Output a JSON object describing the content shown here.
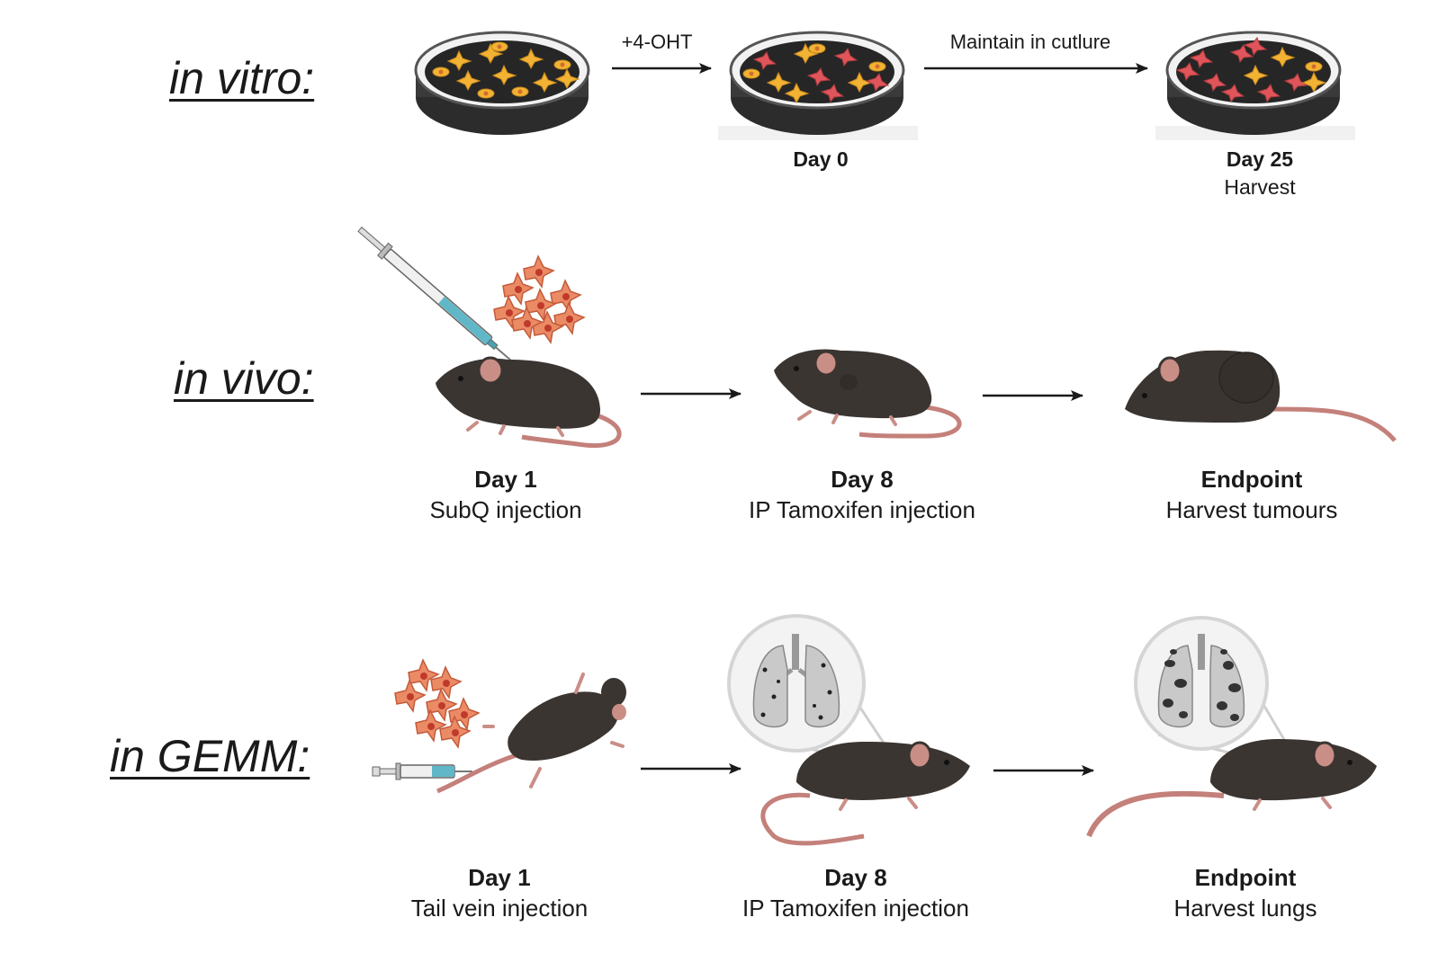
{
  "rows": {
    "vitro": {
      "label": "in vitro:",
      "arrow1_label": "+4-OHT",
      "arrow2_label": "Maintain in cutlure",
      "step2": {
        "title": "Day 0"
      },
      "step3": {
        "title": "Day 25",
        "subtitle": "Harvest"
      }
    },
    "vivo": {
      "label": "in vivo:",
      "step1": {
        "title": "Day 1",
        "subtitle": "SubQ injection"
      },
      "step2": {
        "title": "Day 8",
        "subtitle": "IP Tamoxifen injection"
      },
      "step3": {
        "title": "Endpoint",
        "subtitle": "Harvest tumours"
      }
    },
    "gemm": {
      "label": "in GEMM:",
      "step1": {
        "title": "Day 1",
        "subtitle": "Tail vein injection"
      },
      "step2": {
        "title": "Day 8",
        "subtitle": "IP Tamoxifen injection"
      },
      "step3": {
        "title": "Endpoint",
        "subtitle": "Harvest lungs"
      }
    }
  },
  "colors": {
    "mouse_body": "#3b3532",
    "mouse_ear": "#c98e86",
    "tail": "#c4807a",
    "dish_fill": "#2e2e2e",
    "cell_yellow": "#f2b233",
    "cell_red": "#e0555a",
    "cell_orange": "#e9885e",
    "lung_fill": "#c9c9c9",
    "syringe_liquid": "#5fb7c7"
  }
}
